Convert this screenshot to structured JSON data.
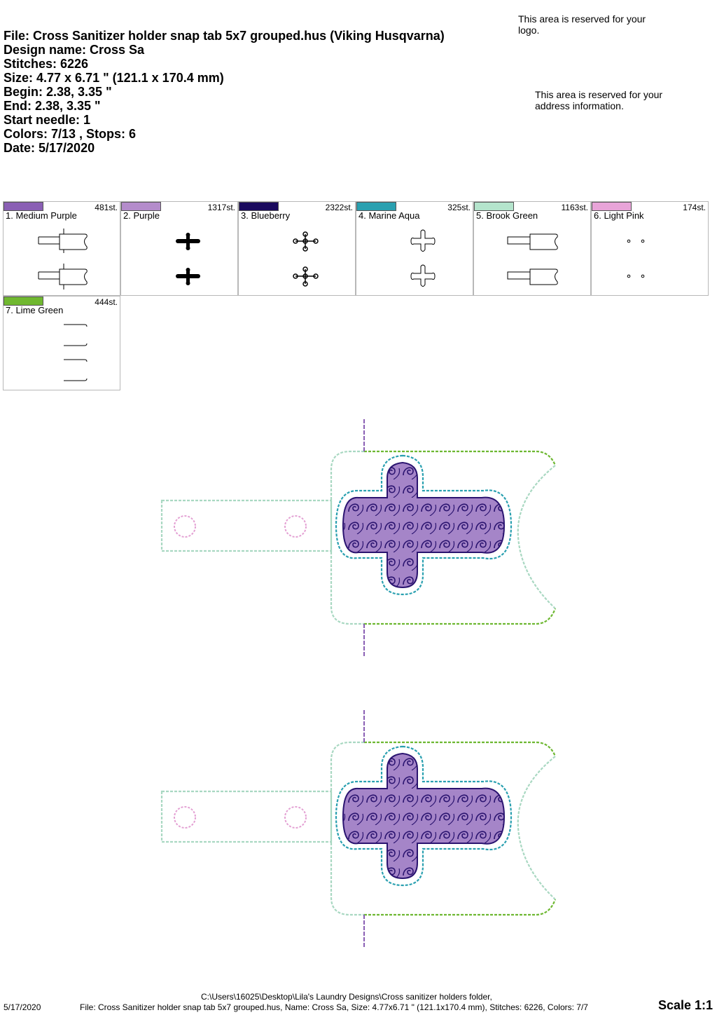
{
  "header": {
    "file": "File: Cross Sanitizer holder snap tab 5x7 grouped.hus  (Viking Husqvarna)",
    "design_name": "Design name: Cross Sa",
    "stitches": "Stitches: 6226",
    "size": "Size: 4.77 x 6.71 \" (121.1 x 170.4 mm)",
    "begin": "Begin: 2.38, 3.35 \"",
    "end": "End: 2.38, 3.35 \"",
    "start_needle": "Start needle: 1",
    "colors": "Colors: 7/13 , Stops: 6",
    "date": "Date: 5/17/2020"
  },
  "reserved": {
    "logo": "This area is reserved for your logo.",
    "address": "This area is reserved for your address information."
  },
  "colors": [
    {
      "name": "1. Medium Purple",
      "stitches": "481st.",
      "hex": "#8a5fb4",
      "icon": "tab-outline"
    },
    {
      "name": "2. Purple",
      "stitches": "1317st.",
      "hex": "#b48ccb",
      "icon": "cross-solid"
    },
    {
      "name": "3. Blueberry",
      "stitches": "2322st.",
      "hex": "#1a0a5e",
      "icon": "cross-swirl"
    },
    {
      "name": "4. Marine Aqua",
      "stitches": "325st.",
      "hex": "#2aa0b0",
      "icon": "cross-outline"
    },
    {
      "name": "5. Brook Green",
      "stitches": "1163st.",
      "hex": "#b4e4cc",
      "icon": "holder-outline"
    },
    {
      "name": "6. Light Pink",
      "stitches": "174st.",
      "hex": "#e8a4d8",
      "icon": "snap-dots"
    },
    {
      "name": "7. Lime Green",
      "stitches": "444st.",
      "hex": "#70b830",
      "icon": "edge-brackets"
    }
  ],
  "footer": {
    "date": "5/17/2020",
    "path": "C:\\Users\\16025\\Desktop\\Lila's Laundry Designs\\Cross sanitizer holders folder,",
    "summary": "File: Cross Sanitizer holder snap tab 5x7 grouped.hus, Name: Cross Sa, Size: 4.77x6.71 \" (121.1x170.4 mm), Stitches: 6226, Colors: 7/7",
    "scale": "Scale 1:1"
  }
}
